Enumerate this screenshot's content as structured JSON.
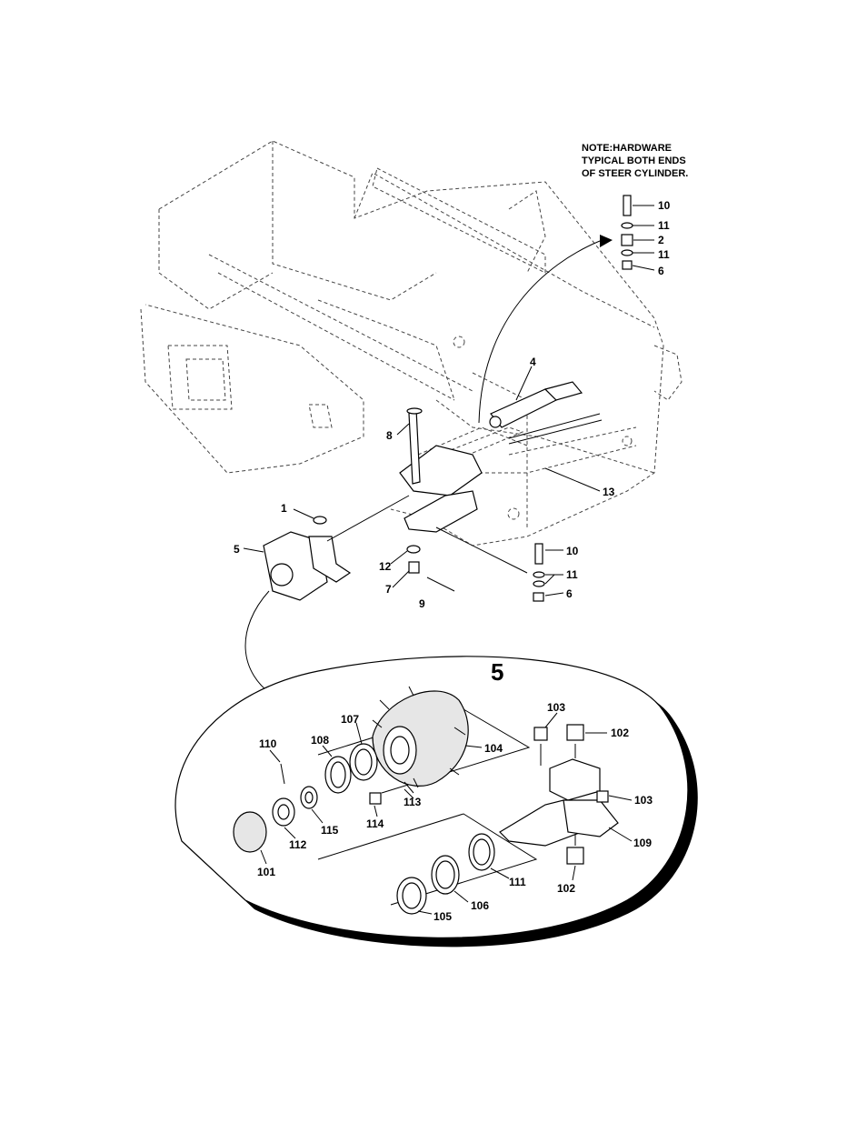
{
  "note": [
    "NOTE:HARDWARE",
    "TYPICAL BOTH ENDS",
    "OF STEER CYLINDER."
  ],
  "detail_title": "5",
  "callouts": {
    "c10a": "10",
    "c11a": "11",
    "c2": "2",
    "c11b": "11",
    "c6a": "6",
    "c4": "4",
    "c8": "8",
    "c13": "13",
    "c1": "1",
    "c5": "5",
    "c12": "12",
    "c7": "7",
    "c9": "9",
    "c10b": "10",
    "c11c": "11",
    "c6b": "6",
    "c103a": "103",
    "c102a": "102",
    "c107": "107",
    "c108": "108",
    "c110": "110",
    "c104": "104",
    "c103b": "103",
    "c113": "113",
    "c114": "114",
    "c115": "115",
    "c112": "112",
    "c109": "109",
    "c101": "101",
    "c111": "111",
    "c102b": "102",
    "c106": "106",
    "c105": "105"
  }
}
